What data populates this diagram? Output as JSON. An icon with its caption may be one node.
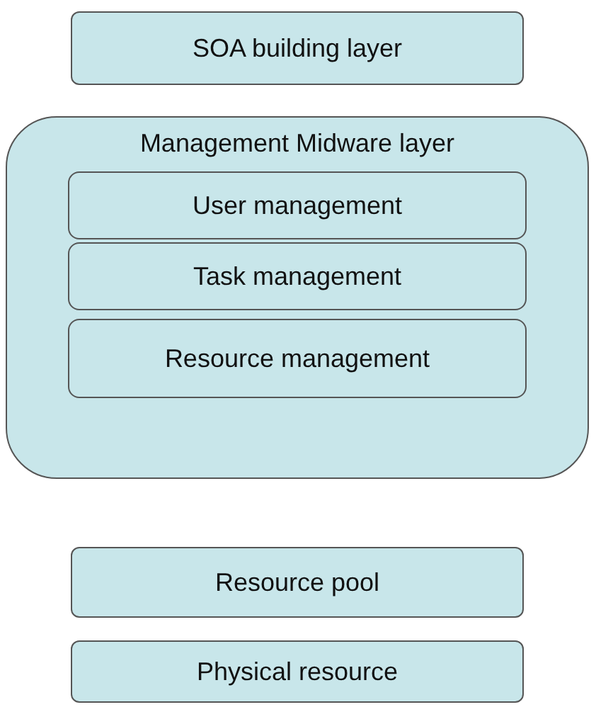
{
  "diagram": {
    "nodes": [
      {
        "text": [
          "SOA  building layer"
        ]
      },
      {
        "text": [
          "Management Midware layer"
        ]
      },
      {
        "text": [
          "User management"
        ],
        "in": 1
      },
      {
        "text": [
          "Task management"
        ],
        "in": 1
      },
      {
        "text": [
          "Resource management"
        ],
        "in": 1
      },
      {
        "text": [
          "Resource pool"
        ]
      },
      {
        "text": [
          "Physical resource"
        ]
      }
    ]
  }
}
